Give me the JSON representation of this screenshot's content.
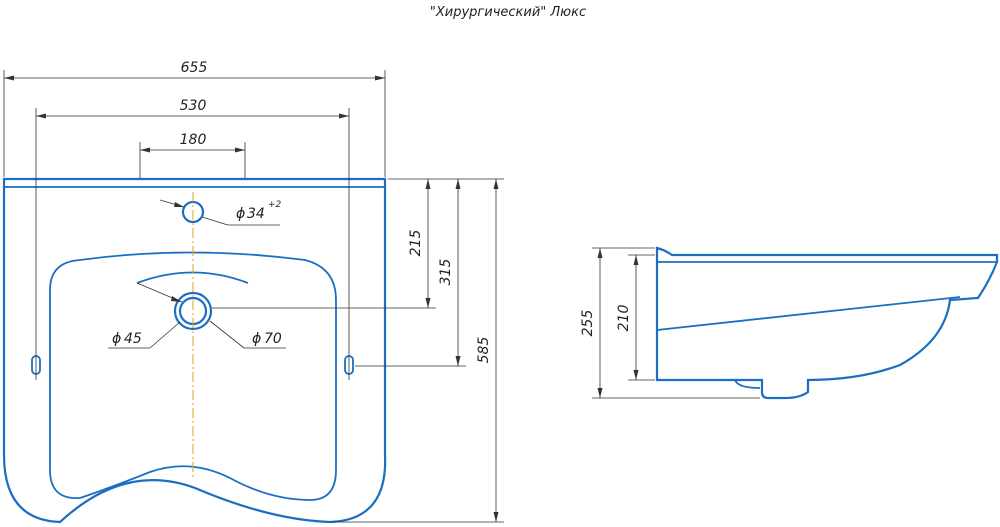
{
  "title": "\"Хирургический\" Люкс",
  "dimensions": {
    "overall_width": "655",
    "mount_spacing": "530",
    "hole_spacing": "180",
    "tap_hole": "34",
    "tap_hole_tolerance": "+2",
    "drain_inner": "45",
    "drain_outer": "70",
    "depth_to_tap": "215",
    "depth_to_drain": "315",
    "overall_depth": "585",
    "side_height": "255",
    "side_inner_height": "210"
  },
  "colors": {
    "outline": "#1a6fc4",
    "axis": "#e0a020",
    "dimension": "#333333"
  }
}
